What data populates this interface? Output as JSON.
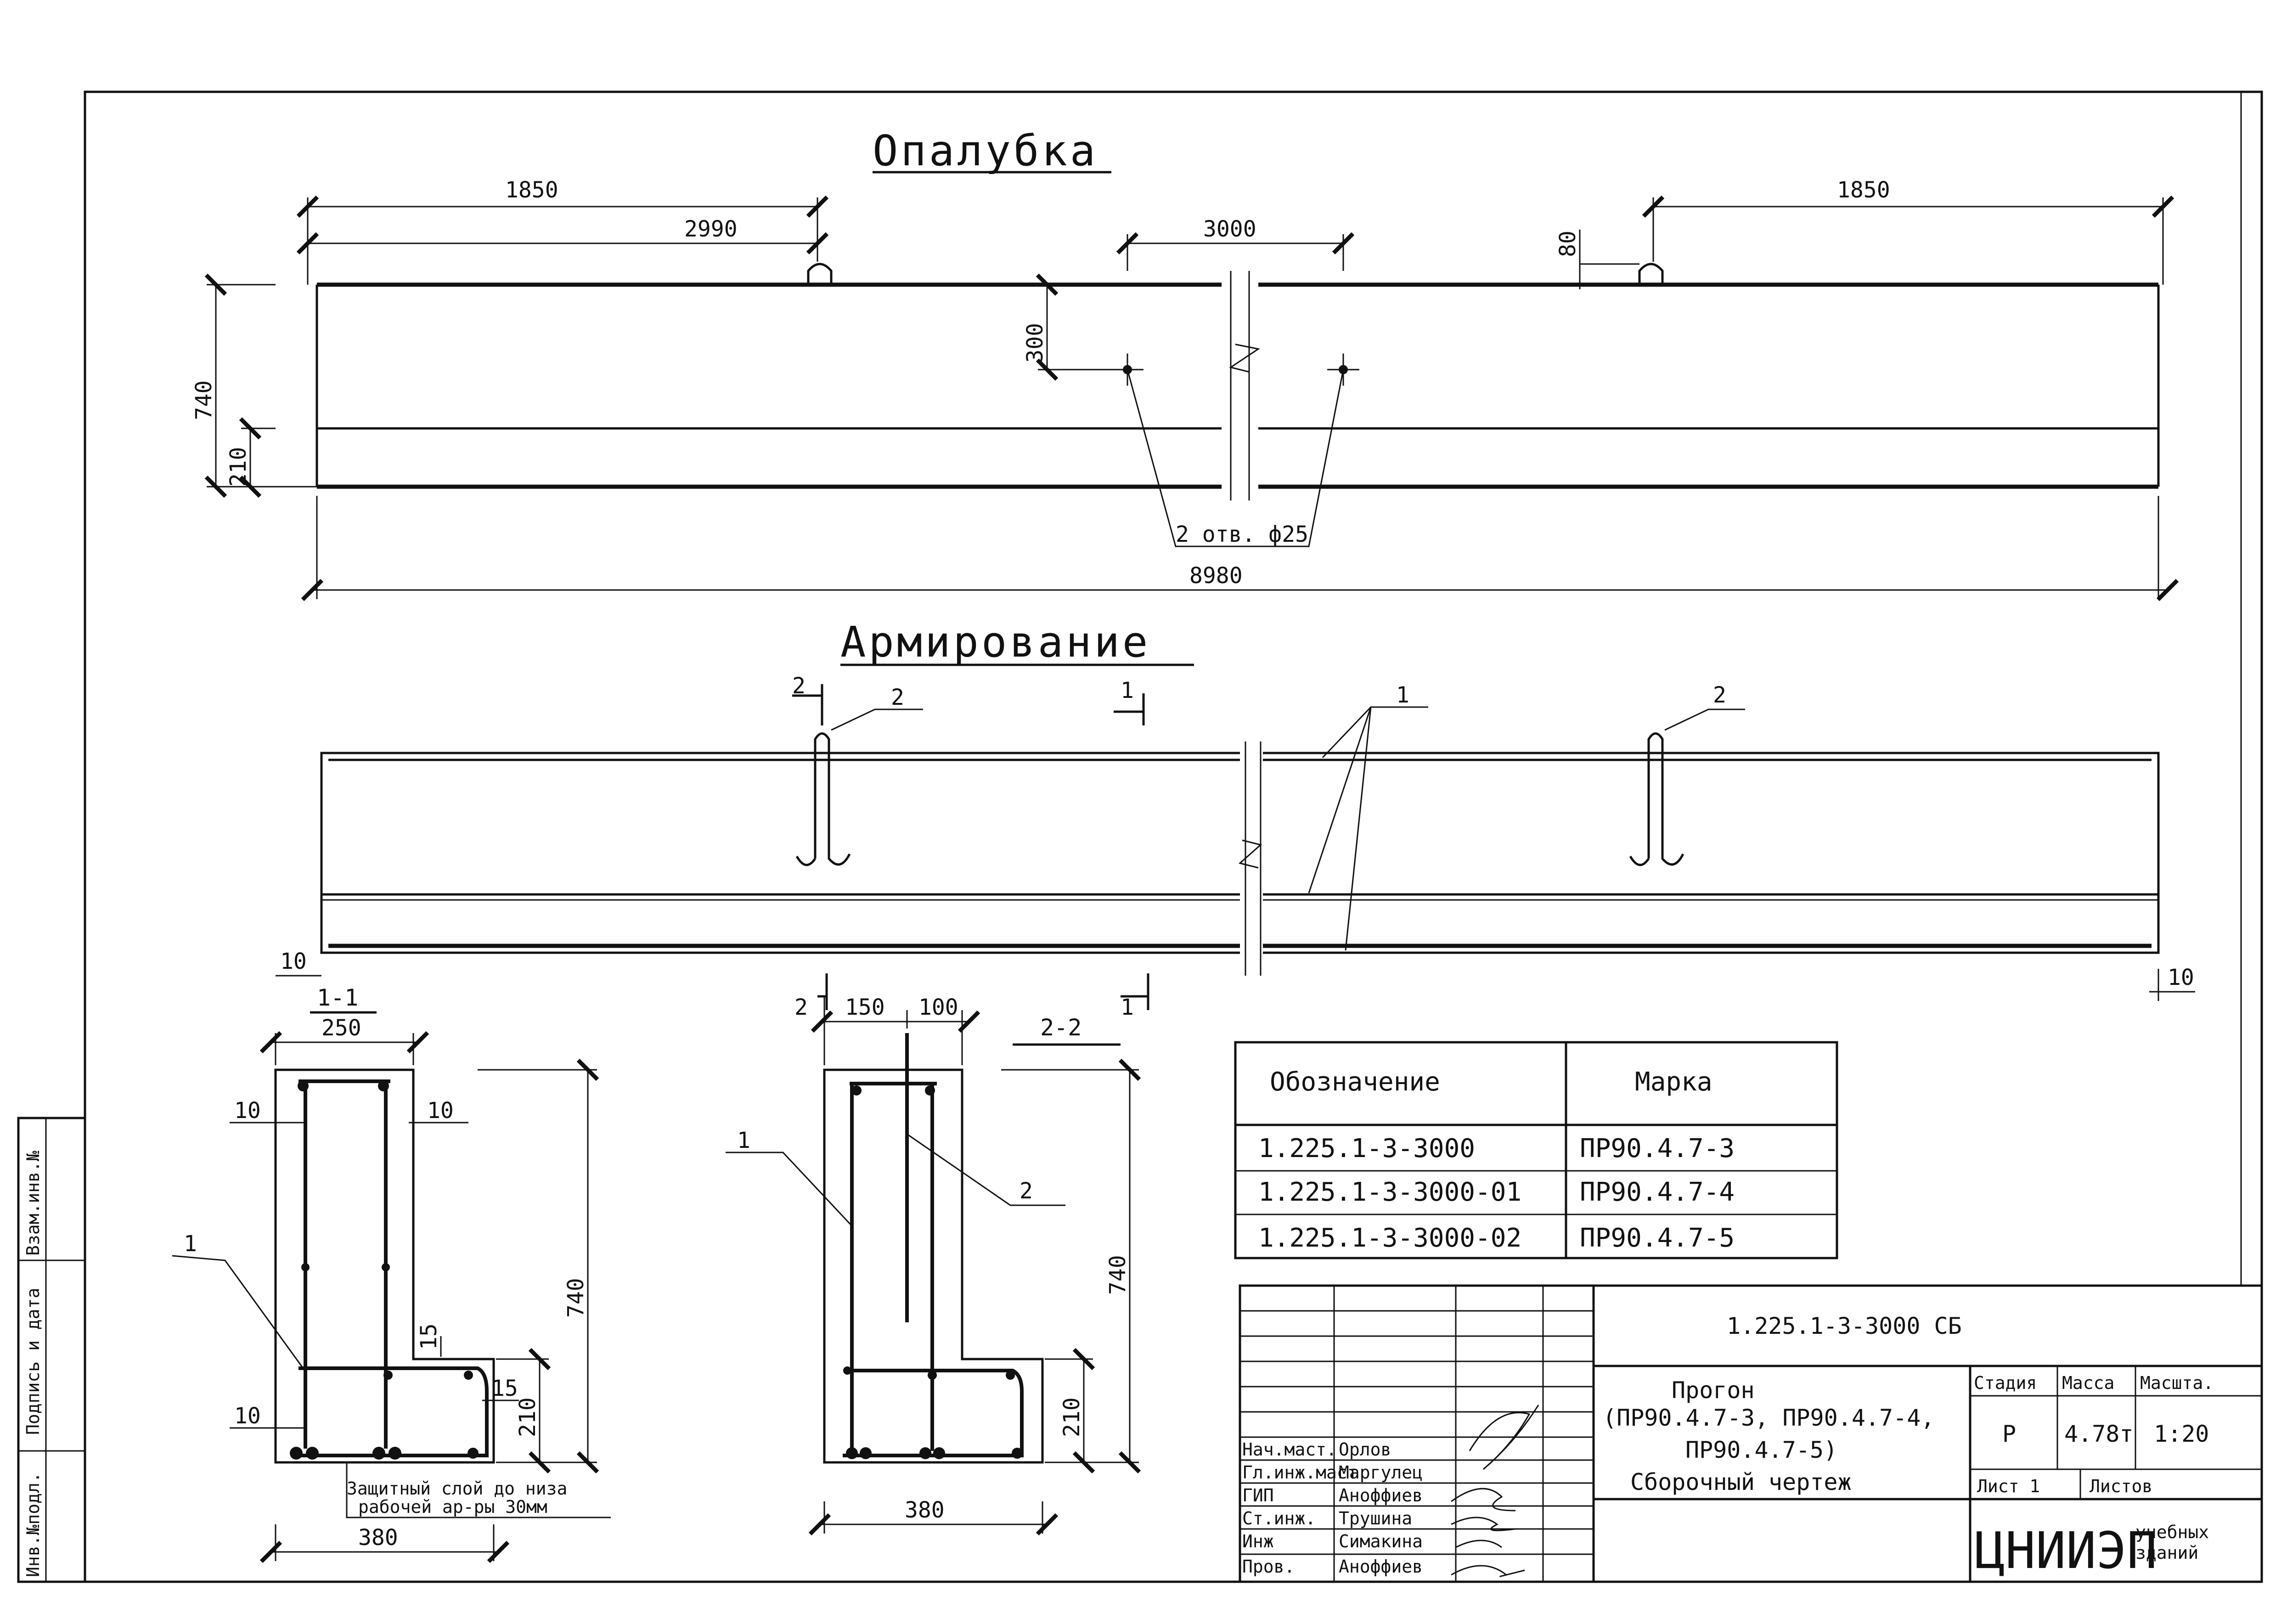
{
  "sections": {
    "formwork_title": "Опалубка",
    "reinforcement_title": "Армирование"
  },
  "formwork": {
    "holes_label": "2 отв. ф25",
    "dims": {
      "d1850_left": "1850",
      "d2990": "2990",
      "d3000": "3000",
      "d1850_right": "1850",
      "d80": "80",
      "d300": "300",
      "d740": "740",
      "d210": "210",
      "d8980": "8980"
    }
  },
  "reinforcement": {
    "section_1": "1",
    "section_2": "2",
    "pos_1": "1",
    "pos_2": "2",
    "dim_10": "10"
  },
  "section_1_1": {
    "title": "1-1",
    "pos_1": "1",
    "dims": {
      "d250": "250",
      "d10": "10",
      "d15": "15",
      "d740": "740",
      "d210": "210",
      "d380": "380"
    },
    "note_line1": "Защитный слой до низа",
    "note_line2": "рабочей ар-ры 30мм"
  },
  "section_2_2": {
    "title": "2-2",
    "pos_1": "1",
    "pos_2": "2",
    "dims": {
      "d150": "150",
      "d100": "100",
      "d740": "740",
      "d210": "210",
      "d380": "380"
    }
  },
  "marks_table": {
    "headers": [
      "Обозначение",
      "Марка"
    ],
    "rows": [
      [
        "1.225.1-3-3000",
        "ПР90.4.7-3"
      ],
      [
        "1.225.1-3-3000-01",
        "ПР90.4.7-4"
      ],
      [
        "1.225.1-3-3000-02",
        "ПР90.4.7-5"
      ]
    ]
  },
  "title_block": {
    "code": "1.225.1-3-3000 СБ",
    "name": "Прогон",
    "marks_line1": "(ПР90.4.7-3, ПР90.4.7-4,",
    "marks_line2": "ПР90.4.7-5)",
    "drawing_type": "Сборочный чертеж",
    "stage_label": "Стадия",
    "mass_label": "Масса",
    "scale_label": "Масшта.",
    "stage": "Р",
    "mass": "4.78т",
    "scale": "1:20",
    "sheet_label": "Лист 1",
    "sheets_label": "Листов",
    "org": "ЦНИИЭП",
    "org_sub1": "учебных",
    "org_sub2": "зданий",
    "signatures": [
      {
        "role": "Нач.маст.",
        "name": "Орлов"
      },
      {
        "role": "Гл.инж.маст",
        "name": "Маргулец"
      },
      {
        "role": "ГИП",
        "name": "Аноффиев"
      },
      {
        "role": "Ст.инж.",
        "name": "Трушина"
      },
      {
        "role": "Инж",
        "name": "Симакина"
      },
      {
        "role": "Пров.",
        "name": "Аноффиев"
      }
    ]
  },
  "margin": {
    "replacement_inv": "Взам.инв.№",
    "signature_date": "Подпись и дата",
    "original_inv": "Инв.№подл."
  }
}
